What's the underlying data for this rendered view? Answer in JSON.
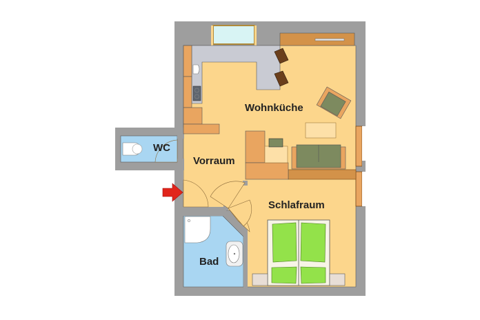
{
  "floorplan": {
    "rooms": [
      {
        "id": "wohnkueche",
        "label": "Wohnküche"
      },
      {
        "id": "wc",
        "label": "WC"
      },
      {
        "id": "vorraum",
        "label": "Vorraum"
      },
      {
        "id": "schlafraum",
        "label": "Schlafraum"
      },
      {
        "id": "bad",
        "label": "Bad"
      }
    ],
    "entrance_marker": "entrance-arrow"
  },
  "colors": {
    "wall": "#9e9e9e",
    "floor_wood": "#fcd68c",
    "floor_tile": "#a9d6f2",
    "cabinet": "#e9a560",
    "counter": "#c9cbd3",
    "sofa": "#7d8a5f",
    "bed_linen": "#93e24a",
    "window_glass": "#d8f4f4",
    "entrance_arrow": "#e1251b"
  }
}
